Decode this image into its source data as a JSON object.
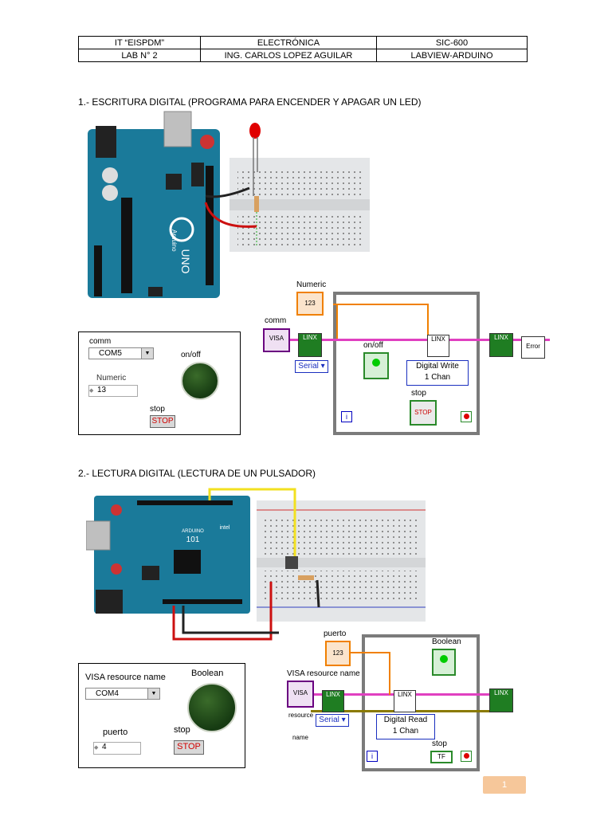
{
  "header": {
    "row1": [
      "IT “EISPDM”",
      "ELECTRÓNICA",
      "SIC-600"
    ],
    "row2": [
      "LAB N° 2",
      "ING. CARLOS LOPEZ AGUILAR",
      "LABVIEW-ARDUINO"
    ]
  },
  "section1": {
    "title": "1.- ESCRITURA DIGITAL (PROGRAMA PARA ENCENDER Y APAGAR UN LED)",
    "board": {
      "name": "UNO",
      "brand": "Arduino"
    },
    "front_panel": {
      "comm_label": "comm",
      "comm_value": "COM5",
      "onoff_label": "on/off",
      "numeric_label": "Numeric",
      "numeric_value": "13",
      "stop_label": "stop",
      "stop_button": "STOP"
    },
    "block": {
      "numeric": "Numeric",
      "comm": "comm",
      "onoff": "on/off",
      "stop": "stop",
      "serial": "Serial",
      "digital_write": "Digital Write",
      "chan": "1 Chan",
      "linx": "LINX",
      "iter": "i",
      "visa": "VISA",
      "num_indicator": "123",
      "stop_indicator": "STOP",
      "error_node": "Error"
    }
  },
  "section2": {
    "title": "2.- LECTURA DIGITAL (LECTURA DE UN PULSADOR)",
    "board": {
      "name": "101",
      "brand": "ARDUINO",
      "maker": "intel"
    },
    "front_panel": {
      "visa_label": "VISA resource name",
      "visa_value": "COM4",
      "boolean_label": "Boolean",
      "puerto_label": "puerto",
      "puerto_value": "4",
      "stop_label": "stop",
      "stop_button": "STOP"
    },
    "block": {
      "puerto": "puerto",
      "boolean": "Boolean",
      "visa": "VISA resource name",
      "serial": "Serial",
      "digital_read": "Digital Read",
      "chan": "1 Chan",
      "stop": "stop",
      "linx": "LINX",
      "iter": "i",
      "num_indicator": "123",
      "tf": "TF"
    }
  },
  "page_number": "1",
  "colors": {
    "arduino": "#1a7a9a",
    "breadboard": "#e4e6e8",
    "wire_pink": "#e040c0",
    "wire_orange": "#f08000",
    "wire_green": "#2a8a2a",
    "frame": "#7b7b7b"
  }
}
